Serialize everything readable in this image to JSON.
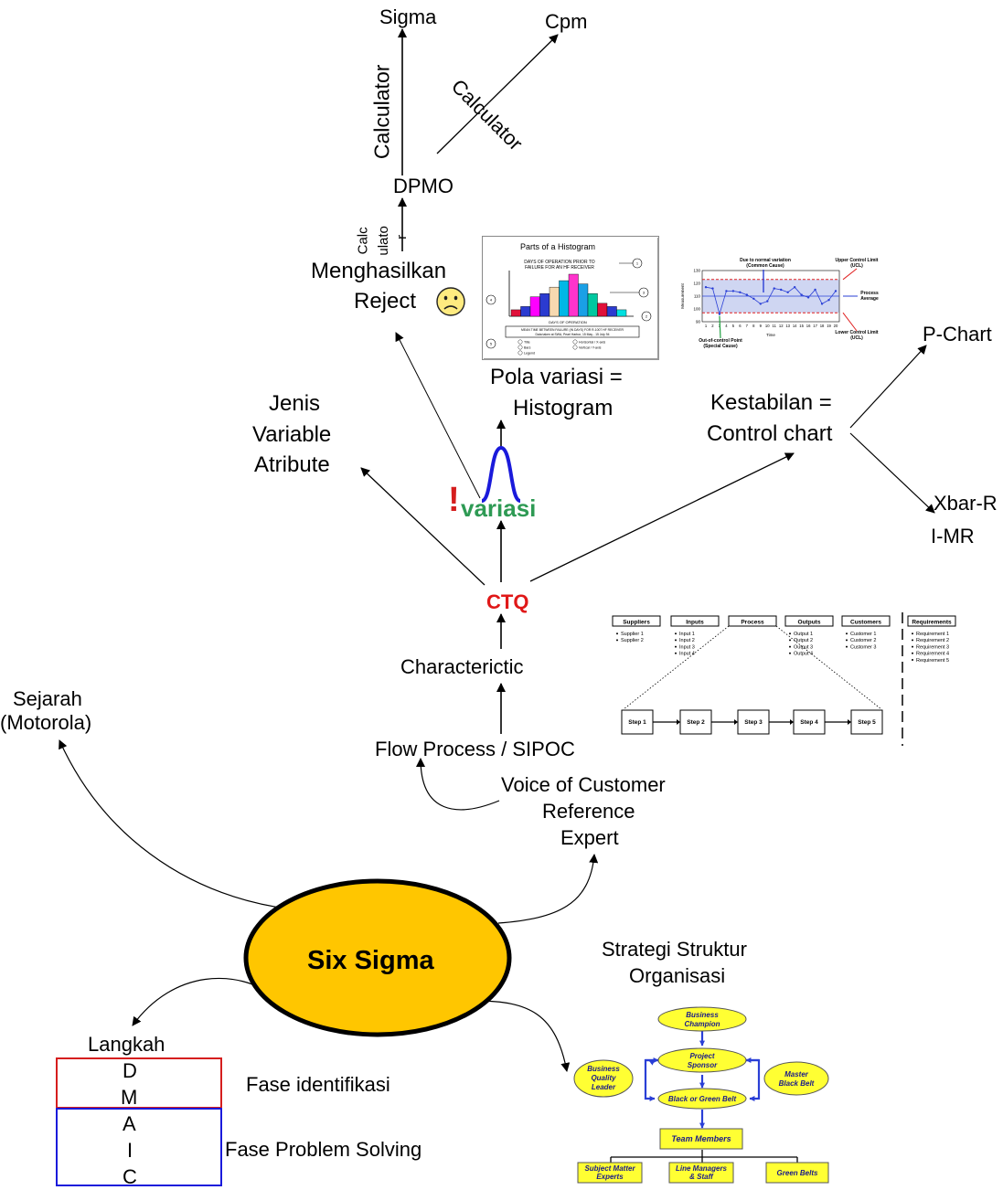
{
  "center": {
    "label": "Six Sigma"
  },
  "nodes": {
    "sigma": "Sigma",
    "cpm": "Cpm",
    "calc_vertical": "Calculator",
    "calc_diagonal": "Calculator",
    "dpmo": "DPMO",
    "calc_small_1": "Calc",
    "calc_small_2": "ulato",
    "calc_small_3": "r",
    "reject_1": "Menghasilkan",
    "reject_2": "Reject",
    "pola_1": "Pola variasi =",
    "pola_2": "Histogram",
    "kestabilan_1": "Kestabilan =",
    "kestabilan_2": "Control chart",
    "pchart": "P-Chart",
    "xbar": "Xbar-R",
    "imr": "I-MR",
    "jenis_1": "Jenis",
    "jenis_2": "Variable",
    "jenis_3": "Atribute",
    "variasi_mark": "!",
    "variasi": "variasi",
    "ctq": "CTQ",
    "characteristic": "Characterictic",
    "flow": "Flow Process / SIPOC",
    "voc_1": "Voice of Customer",
    "voc_2": "Reference",
    "voc_3": "Expert",
    "sejarah_1": "Sejarah",
    "sejarah_2": "(Motorola)",
    "strategi_1": "Strategi Struktur",
    "strategi_2": "Organisasi",
    "langkah": "Langkah",
    "fase_identifikasi": "Fase identifikasi",
    "fase_problem": "Fase Problem Solving"
  },
  "steps": {
    "red": [
      "D",
      "M"
    ],
    "blue": [
      "A",
      "I",
      "C"
    ]
  },
  "histogram": {
    "title": "Parts of a Histogram",
    "sub_1": "DAYS OF OPERATION PRIOR TO",
    "sub_2": "FAILURE FOR AN HF RECEIVER",
    "xlabel": "DAYS OF OPERATION",
    "note_1": "MEAN TIME BETWEEN FAILURE (IN DAYS) FOR R-1007 HF RECEIVER",
    "note_2": "Data taken at SWA, Pearl Harbor, 15 May - 15 July 94",
    "legend": [
      "Title",
      "Bars",
      "Legend",
      "Horizontal / X-axis",
      "Vertical / Y-axis"
    ],
    "callouts": [
      "1",
      "2",
      "3",
      "4",
      "5"
    ],
    "bar_values": [
      2,
      3,
      6,
      7,
      9,
      11,
      13,
      10,
      7,
      4,
      3,
      2
    ],
    "bar_colors": [
      "#e0103a",
      "#2b3bd0",
      "#ff00ff",
      "#2b3bd0",
      "#f7d9b0",
      "#00b8e6",
      "#ff33cc",
      "#1aa0e6",
      "#00c8a0",
      "#e0103a",
      "#2b3bd0",
      "#00e0e0"
    ]
  },
  "control_chart": {
    "title_normal_1": "Due to normal variation",
    "title_normal_2": "(Common Cause)",
    "ucl_1": "Upper Control Limit",
    "ucl_2": "(UCL)",
    "avg_1": "Process",
    "avg_2": "Average",
    "lcl_1": "Lower Control Limit",
    "lcl_2": "(UCL)",
    "ooc_1": "Out-of-control Point",
    "ooc_2": "(Special Cause)",
    "ylabel": "Measurement",
    "xlabel": "Time",
    "y_ticks": [
      "90",
      "100",
      "110",
      "120",
      "130"
    ],
    "x_ticks": [
      "1",
      "2",
      "3",
      "4",
      "5",
      "6",
      "7",
      "8",
      "9",
      "10",
      "11",
      "12",
      "13",
      "14",
      "15",
      "16",
      "17",
      "18",
      "19",
      "20"
    ],
    "ucl": 123,
    "lcl": 97,
    "center": 110,
    "values": [
      117,
      116,
      96,
      114,
      114,
      113,
      111,
      108,
      104,
      106,
      116,
      115,
      113,
      117,
      111,
      109,
      115,
      104,
      107,
      114
    ]
  },
  "sipoc": {
    "headers": [
      "Suppliers",
      "Inputs",
      "Process",
      "Outputs",
      "Customers",
      "Requirements"
    ],
    "suppliers": [
      "Supplier 1",
      "Supplier 2"
    ],
    "inputs": [
      "Input 1",
      "Input 2",
      "Input 3",
      "Input 4"
    ],
    "outputs": [
      "Output 1",
      "Output 2",
      "Output 3",
      "Output 4"
    ],
    "customers": [
      "Customer 1",
      "Customer 2",
      "Customer 3"
    ],
    "requirements": [
      "Requirement 1",
      "Requirement 2",
      "Requirement 3",
      "Requirement 4",
      "Requirement 5"
    ],
    "steps": [
      "Step 1",
      "Step 2",
      "Step 3",
      "Step 4",
      "Step 5"
    ]
  },
  "org": {
    "business_champion_1": "Business",
    "business_champion_2": "Champion",
    "project_sponsor_1": "Project",
    "project_sponsor_2": "Sponsor",
    "bql_1": "Business",
    "bql_2": "Quality",
    "bql_3": "Leader",
    "master_1": "Master",
    "master_2": "Black Belt",
    "black_green": "Black or Green Belt",
    "team": "Team Members",
    "sme_1": "Subject Matter",
    "sme_2": "Experts",
    "lm_1": "Line Managers",
    "lm_2": "& Staff",
    "green": "Green Belts"
  }
}
